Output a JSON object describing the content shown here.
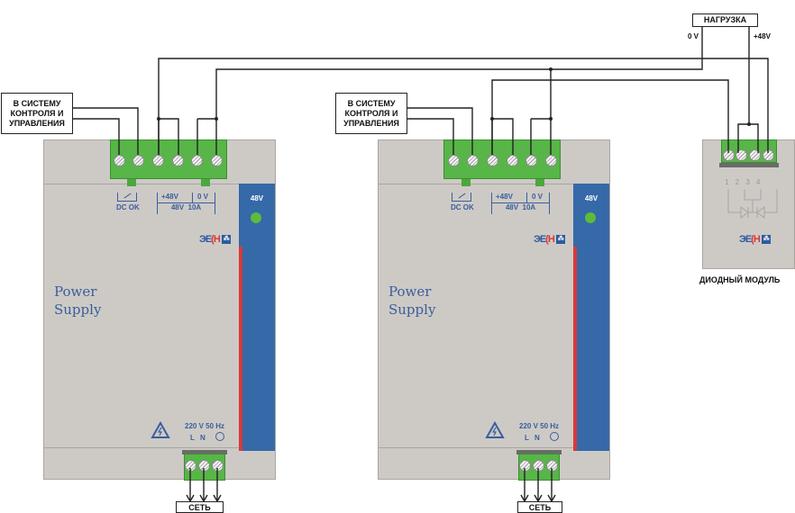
{
  "diagram": {
    "title": "Parallel connection of two 48V power supplies via diode module",
    "control_box_label": [
      "В СИСТЕМУ",
      "КОНТРОЛЯ И",
      "УПРАВЛЕНИЯ"
    ],
    "load_label": "НАГРУЗКА",
    "load_terminals": {
      "negative": "0 V",
      "positive": "+48V"
    },
    "mains_label": "СЕТЬ",
    "power_supplies": [
      {
        "id": "ps1",
        "name_line1": "Power",
        "name_line2": "Supply",
        "led_label": "48V",
        "dcok_label": "DC OK",
        "out_pos_label": "+48V",
        "out_neg_label": "0 V",
        "rating_voltage": "48V",
        "rating_current": "10A",
        "input_label": "220 V 50 Hz",
        "input_terminals": "L N",
        "logo": {
          "part1": "ЭЕ",
          "part2": "(Н",
          "part3": "⁂"
        },
        "top_terminals": 6,
        "bottom_terminals": 3
      },
      {
        "id": "ps2",
        "name_line1": "Power",
        "name_line2": "Supply",
        "led_label": "48V",
        "dcok_label": "DC OK",
        "out_pos_label": "+48V",
        "out_neg_label": "0 V",
        "rating_voltage": "48V",
        "rating_current": "10A",
        "input_label": "220 V 50 Hz",
        "input_terminals": "L N",
        "logo": {
          "part1": "ЭЕ",
          "part2": "(Н",
          "part3": "⁂"
        },
        "top_terminals": 6,
        "bottom_terminals": 3
      }
    ],
    "diode_module": {
      "label": "ДИОДНЫЙ МОДУЛЬ",
      "pin_numbers": "1 2 3 4",
      "logo": {
        "part1": "ЭЕ",
        "part2": "(Н",
        "part3": "⁂"
      },
      "terminals": 4
    },
    "colors": {
      "housing": "#cdcac6",
      "blue_panel": "#3569a8",
      "red_strip": "#d73a3a",
      "terminal_green": "#58b548",
      "led_green": "#5dbb3c",
      "text_blue": "#3a5e9c",
      "wire": "#222222"
    }
  }
}
